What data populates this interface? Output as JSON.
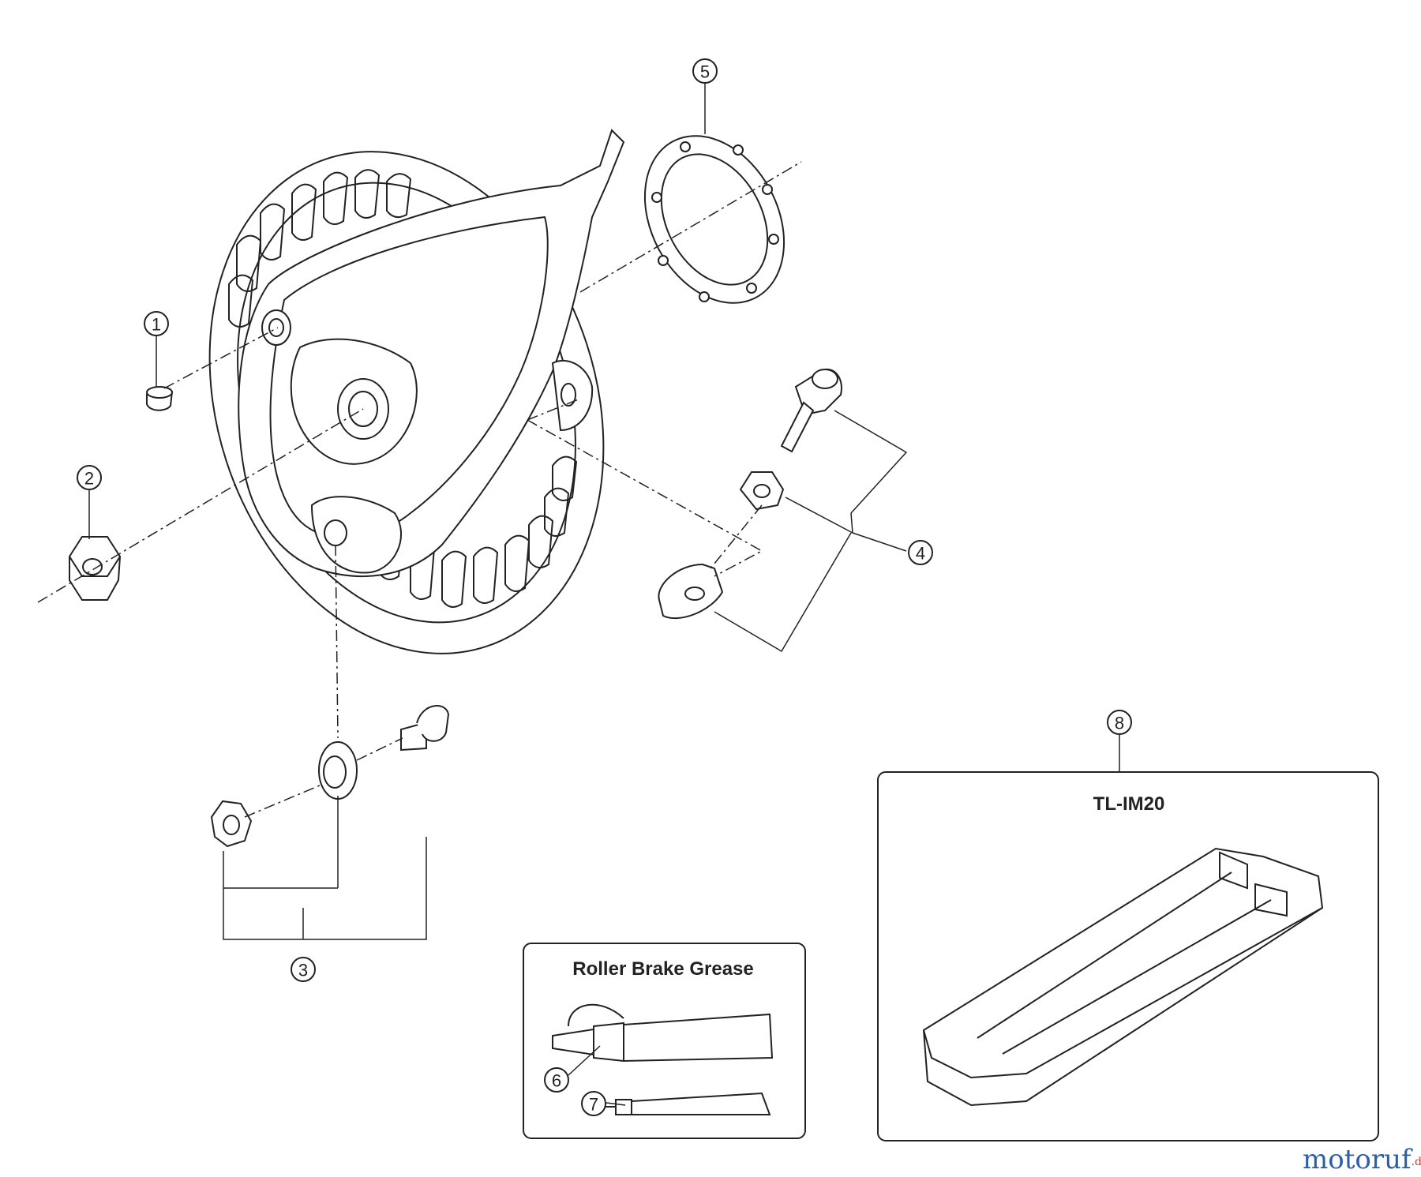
{
  "parts": [
    {
      "number": "1"
    },
    {
      "number": "2"
    },
    {
      "number": "3"
    },
    {
      "number": "4"
    },
    {
      "number": "5"
    },
    {
      "number": "6"
    },
    {
      "number": "7"
    },
    {
      "number": "8"
    }
  ],
  "grease_box": {
    "title": "Roller Brake Grease"
  },
  "tool_box": {
    "title": "TL-IM20"
  },
  "watermark": {
    "text": "motoruf",
    "suffix": ".de"
  },
  "colors": {
    "line": "#222222",
    "fill": "#ffffff",
    "shade": "#e8e8e8"
  }
}
